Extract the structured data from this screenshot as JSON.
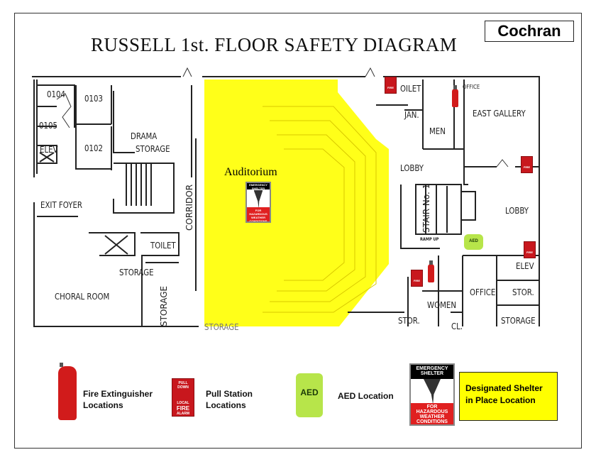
{
  "title": "RUSSELL 1st. FLOOR SAFETY DIAGRAM",
  "building": "Cochran",
  "auditorium_label": "Auditorium",
  "rooms": [
    "0104",
    "0103",
    "0105",
    "ELEV",
    "0102",
    "DRAMA",
    "STORAGE",
    "EXIT FOYER",
    "CORRIDOR",
    "TOILET",
    "STORAGE",
    "CHORAL ROOM",
    "STORAGE",
    "OILET",
    "JAN.",
    "MEN",
    "EAST GALLERY",
    "LOBBY",
    "STAIR No. 1",
    "LOBBY",
    "RAMP UP",
    "ELEV",
    "OFFICE",
    "STOR.",
    "WOMEN",
    "STOR.",
    "CL.",
    "STORAGE",
    "STORAGE",
    "OFFICE"
  ],
  "shelter_sign": {
    "top": "EMERGENCY SHELTER",
    "bottom": "FOR HAZARDOUS WEATHER CONDITIONS"
  },
  "pull_station_text": {
    "top": "PULL DOWN",
    "local": "LOCAL",
    "fire": "FIRE",
    "alarm": "ALARM"
  },
  "aed_text": "AED",
  "legend": {
    "extinguisher": "Fire Extinguisher Locations",
    "pull_station": "Pull Station Locations",
    "aed": "AED Location",
    "shelter": "Designated Shelter in Place Location"
  },
  "colors": {
    "shelter_area": "#ffff00",
    "fire_red": "#c8171d",
    "aed_green": "#b7e54a"
  }
}
